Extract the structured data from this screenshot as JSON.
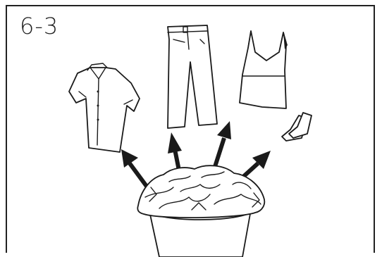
{
  "figure": {
    "step_label": "6-3"
  },
  "illustration": {
    "items": [
      "shirt",
      "trousers",
      "tank-top",
      "socks"
    ],
    "source": "laundry-basket",
    "stroke_color": "#1a1a1a"
  }
}
